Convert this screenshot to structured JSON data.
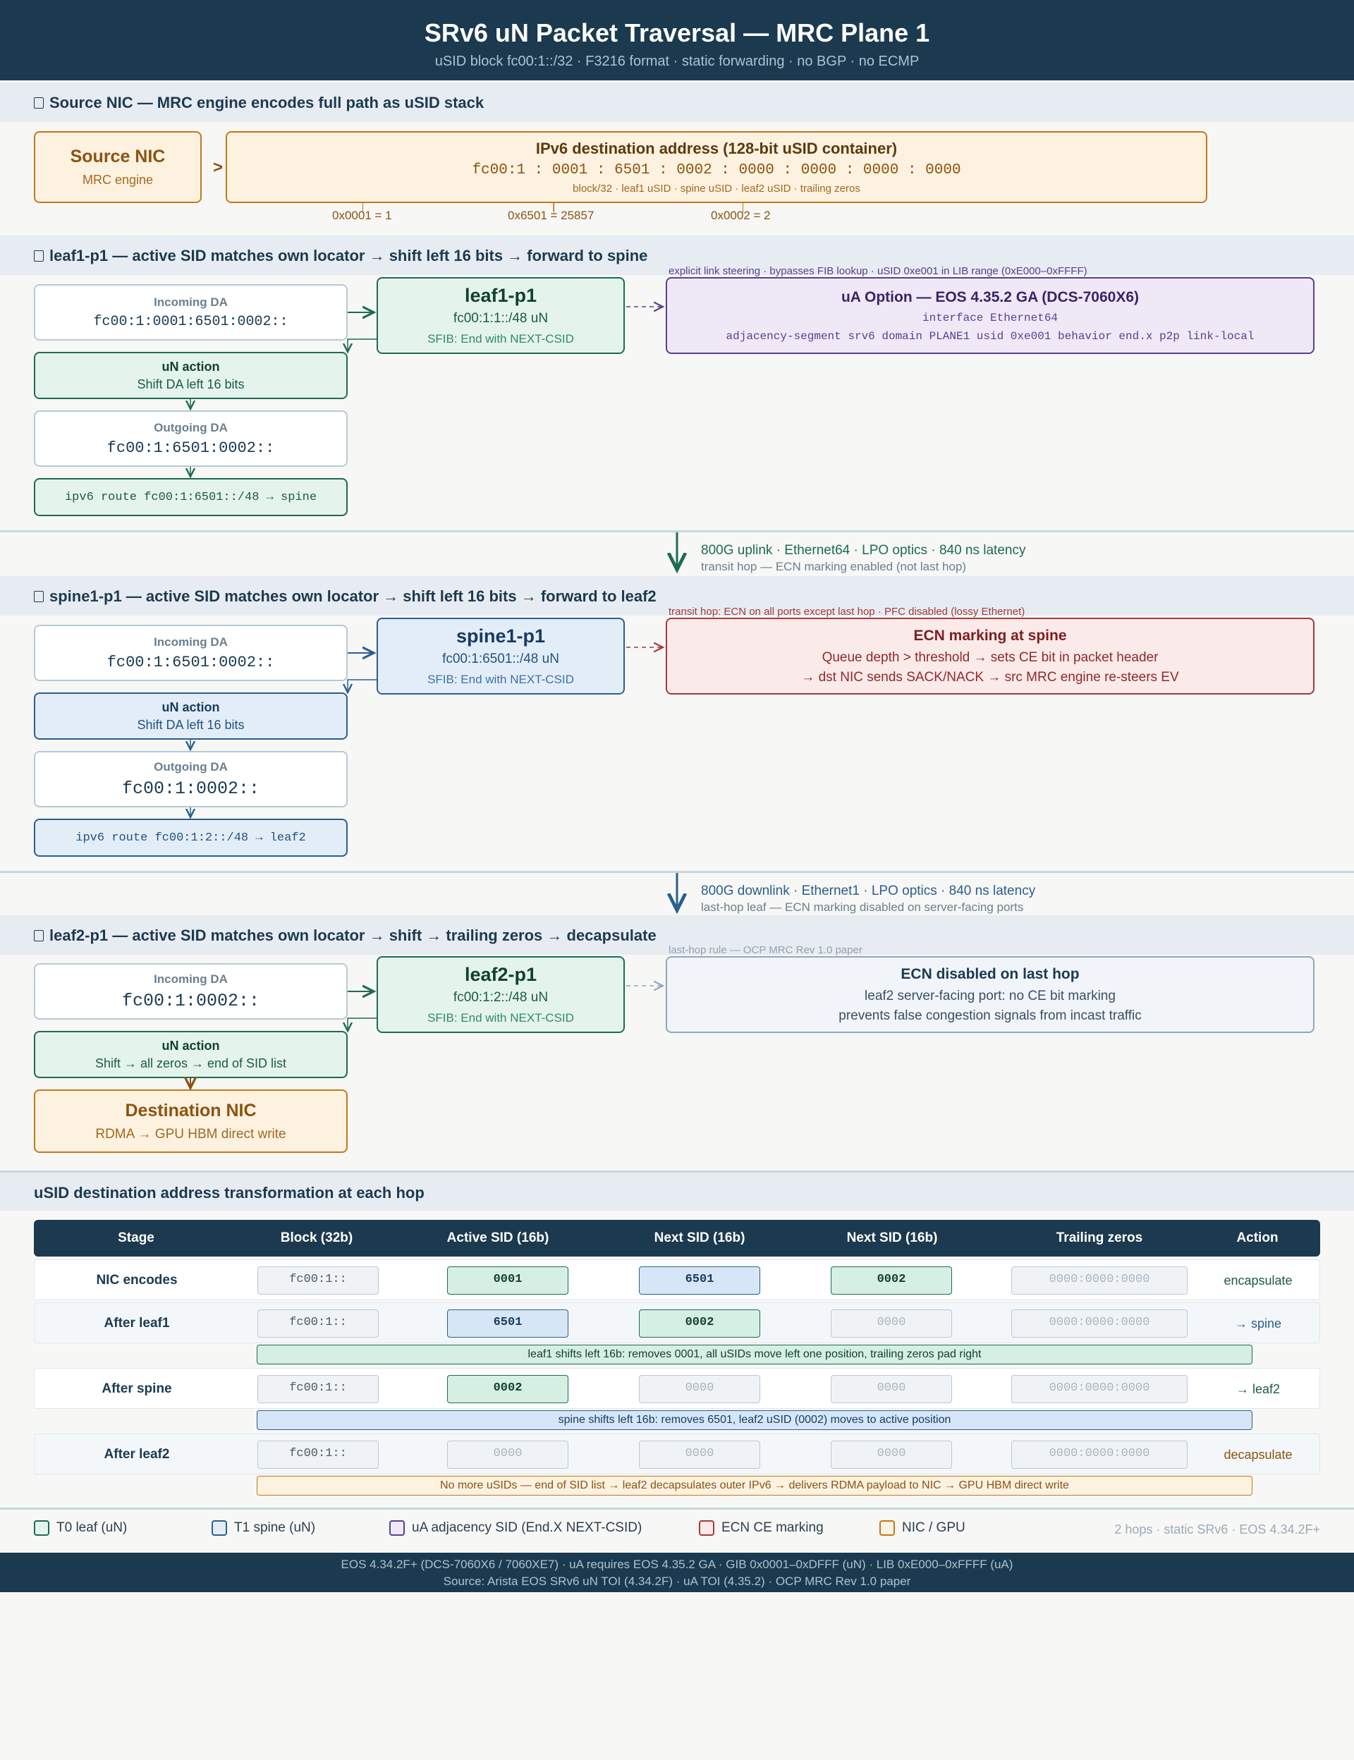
{
  "header": {
    "title": "SRv6 uN Packet Traversal — MRC Plane 1",
    "subtitle": "uSID block fc00:1::/32 · F3216 format · static forwarding · no BGP · no ECMP"
  },
  "source": {
    "section": "Source NIC — MRC engine encodes full path as uSID stack",
    "nic_title": "Source NIC",
    "nic_sub": "MRC engine",
    "da_title": "IPv6 destination address (128-bit uSID container)",
    "da_value": "fc00:1 : 0001 : 6501 : 0002 : 0000 : 0000 : 0000 : 0000",
    "da_legend": "block/32 · leaf1 uSID · spine uSID · leaf2 uSID · trailing zeros",
    "decode1": "0x0001 = 1",
    "decode2": "0x6501 = 25857",
    "decode3": "0x0002 = 2"
  },
  "leaf1": {
    "section": "leaf1-p1 — active SID matches own locator → shift left 16 bits → forward to spine",
    "incoming_caption": "Incoming DA",
    "incoming_value": "fc00:1:0001:6501:0002::",
    "action_caption": "uN action",
    "action_value": "Shift DA left 16 bits",
    "outgoing_caption": "Outgoing DA",
    "outgoing_value": "fc00:1:6501:0002::",
    "route": "ipv6 route fc00:1:6501::/48 → spine",
    "node_name": "leaf1-p1",
    "node_locator": "fc00:1:1::/48 uN",
    "node_fib": "SFIB: End with NEXT-CSID",
    "side_label": "explicit link steering · bypasses FIB lookup · uSID 0xe001 in LIB range (0xE000–0xFFFF)",
    "side_title": "uA Option — EOS 4.35.2 GA (DCS-7060X6)",
    "side_line1": "interface Ethernet64",
    "side_line2": "adjacency-segment srv6 domain PLANE1 usid 0xe001 behavior end.x p2p link-local"
  },
  "link1": {
    "line1": "800G uplink · Ethernet64 · LPO optics · 840 ns latency",
    "line2": "transit hop — ECN marking enabled (not last hop)"
  },
  "spine": {
    "section": "spine1-p1 — active SID matches own locator → shift left 16 bits → forward to leaf2",
    "incoming_caption": "Incoming DA",
    "incoming_value": "fc00:1:6501:0002::",
    "action_caption": "uN action",
    "action_value": "Shift DA left 16 bits",
    "outgoing_caption": "Outgoing DA",
    "outgoing_value": "fc00:1:0002::",
    "route": "ipv6 route fc00:1:2::/48 → leaf2",
    "node_name": "spine1-p1",
    "node_locator": "fc00:1:6501::/48 uN",
    "node_fib": "SFIB: End with NEXT-CSID",
    "side_label": "transit hop: ECN on all ports except last hop · PFC disabled (lossy Ethernet)",
    "side_title": "ECN marking at spine",
    "side_line1": "Queue depth > threshold → sets CE bit in packet header",
    "side_line2": "→ dst NIC sends SACK/NACK → src MRC engine re-steers EV"
  },
  "link2": {
    "line1": "800G downlink · Ethernet1 · LPO optics · 840 ns latency",
    "line2": "last-hop leaf — ECN marking disabled on server-facing ports"
  },
  "leaf2": {
    "section": "leaf2-p1 — active SID matches own locator → shift → trailing zeros → decapsulate",
    "incoming_caption": "Incoming DA",
    "incoming_value": "fc00:1:0002::",
    "action_caption": "uN action",
    "action_value": "Shift → all zeros → end of SID list",
    "dest_title": "Destination NIC",
    "dest_sub": "RDMA → GPU HBM direct write",
    "node_name": "leaf2-p1",
    "node_locator": "fc00:1:2::/48 uN",
    "node_fib": "SFIB: End with NEXT-CSID",
    "side_label": "last-hop rule — OCP MRC Rev 1.0 paper",
    "side_title": "ECN disabled on last hop",
    "side_line1": "leaf2 server-facing port: no CE bit marking",
    "side_line2": "prevents false congestion signals from incast traffic"
  },
  "table": {
    "section": "uSID destination address transformation at each hop",
    "headers": [
      "Stage",
      "Block (32b)",
      "Active SID (16b)",
      "Next SID (16b)",
      "Next SID (16b)",
      "Trailing zeros",
      "Action"
    ],
    "rows": [
      {
        "stage": "NIC encodes",
        "block": "fc00:1::",
        "c1": "0001",
        "c2": "6501",
        "c3": "0002",
        "tz": "0000:0000:0000",
        "action": "encapsulate"
      },
      {
        "stage": "After leaf1",
        "block": "fc00:1::",
        "c1": "6501",
        "c2": "0002",
        "c3": "0000",
        "tz": "0000:0000:0000",
        "action": "→ spine"
      },
      {
        "stage": "After spine",
        "block": "fc00:1::",
        "c1": "0002",
        "c2": "0000",
        "c3": "0000",
        "tz": "0000:0000:0000",
        "action": "→ leaf2"
      },
      {
        "stage": "After leaf2",
        "block": "fc00:1::",
        "c1": "0000",
        "c2": "0000",
        "c3": "0000",
        "tz": "0000:0000:0000",
        "action": "decapsulate"
      }
    ],
    "notes": [
      "leaf1 shifts left 16b: removes 0001, all uSIDs move left one position, trailing zeros pad right",
      "spine shifts left 16b: removes 6501, leaf2 uSID (0002) moves to active position",
      "No more uSIDs — end of SID list → leaf2 decapsulates outer IPv6 → delivers RDMA payload to NIC → GPU HBM direct write"
    ]
  },
  "legend": {
    "items": [
      {
        "label": "T0 leaf (uN)",
        "color": "#1d6b54",
        "fill": "#e4f4ec"
      },
      {
        "label": "T1 spine (uN)",
        "color": "#2a5f8e",
        "fill": "#e3edf8"
      },
      {
        "label": "uA adjacency SID (End.X NEXT-CSID)",
        "color": "#5a3f8f",
        "fill": "#efe9f7"
      },
      {
        "label": "ECN CE marking",
        "color": "#a33a3a",
        "fill": "#fbeaea"
      },
      {
        "label": "NIC / GPU",
        "color": "#c07a18",
        "fill": "#fdf1e0"
      }
    ],
    "right_note": "2 hops · static SRv6 · EOS 4.34.2F+"
  },
  "footer": {
    "line1": "EOS 4.34.2F+ (DCS-7060X6 / 7060XE7) · uA requires EOS 4.35.2 GA · GIB 0x0001–0xDFFF (uN) · LIB 0xE000–0xFFFF (uA)",
    "line2": "Source: Arista EOS SRv6 uN TOI (4.34.2F) · uA TOI (4.35.2) · OCP MRC Rev 1.0 paper"
  }
}
